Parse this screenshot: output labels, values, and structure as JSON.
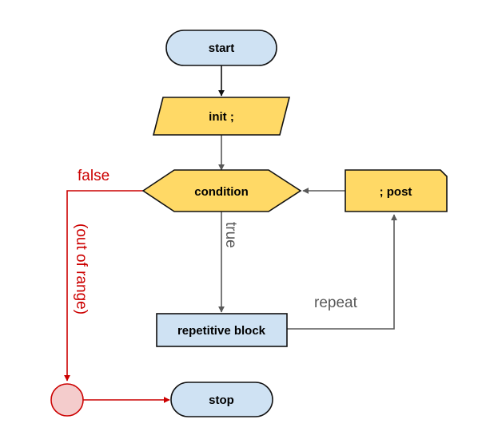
{
  "nodes": {
    "start": "start",
    "init": "init ;",
    "condition": "condition",
    "post": "; post",
    "repetitive_block": "repetitive block",
    "stop": "stop"
  },
  "edge_labels": {
    "false": "false",
    "out_of_range": "(out of range)",
    "true": "true",
    "repeat": "repeat"
  },
  "colors": {
    "terminal_fill": "#cfe2f3",
    "process_fill": "#ffd966",
    "block_fill": "#cfe2f3",
    "junction_fill": "#f4cccc",
    "junction_stroke": "#cc0000",
    "false_path": "#cc0000",
    "flow_line": "#595959",
    "text": "#000000"
  }
}
